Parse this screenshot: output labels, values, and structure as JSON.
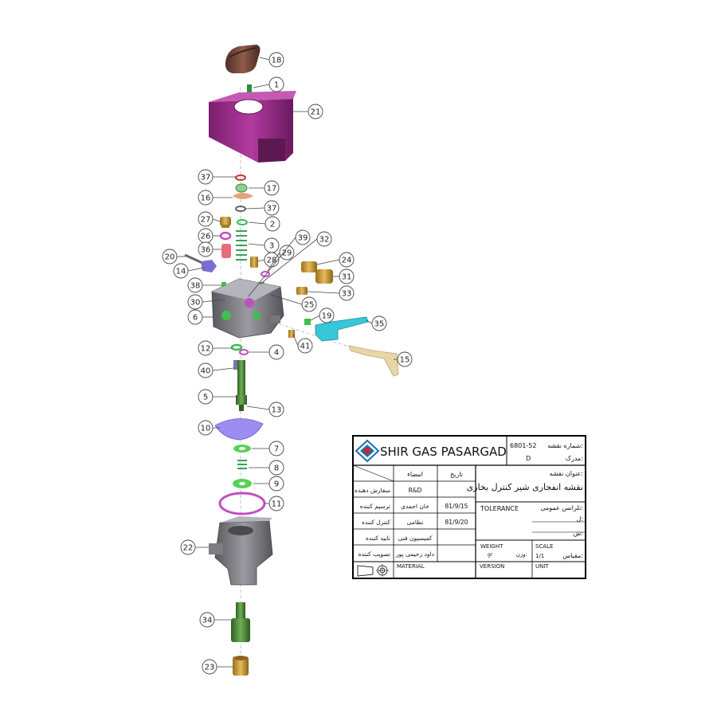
{
  "callouts": [
    "1",
    "2",
    "3",
    "4",
    "5",
    "6",
    "7",
    "8",
    "9",
    "10",
    "11",
    "12",
    "13",
    "14",
    "15",
    "16",
    "17",
    "18",
    "19",
    "20",
    "21",
    "22",
    "23",
    "24",
    "25",
    "26",
    "27",
    "28",
    "29",
    "30",
    "31",
    "32",
    "33",
    "34",
    "35",
    "36",
    "37",
    "37",
    "38",
    "39",
    "40",
    "41"
  ],
  "title_block": {
    "company": "SHIR GAS PASARGAD",
    "drawing_no_label": "شماره نقشه:",
    "drawing_no": "6801-52",
    "doc_label": "مدرک:",
    "doc_value": "D",
    "title_label": "عنوان نقشه:",
    "title": "نقشه انفجاری شیر کنترل بخاری",
    "col_signature": "امضاء",
    "col_date": "تاریخ",
    "rows": [
      {
        "role": "سفارش دهنده",
        "name": "R&D",
        "date": ""
      },
      {
        "role": "ترسیم کننده",
        "name": "خان احمدی",
        "date": "81/9/15"
      },
      {
        "role": "کنترل کننده",
        "name": "نظامی",
        "date": "81/9/20"
      },
      {
        "role": "تایید کننده",
        "name": "کمیسیون فنی",
        "date": ""
      },
      {
        "role": "تصویب کننده",
        "name": "داود رحیمی پور",
        "date": ""
      }
    ],
    "tolerance_label": "TOLERANCE",
    "tolerance_fa": "تلرانس عمومی:",
    "tol_line2": "ل:",
    "tol_line3": "ش:",
    "weight_label": "WEIGHT",
    "weight_fa": "وزن:",
    "weight_value": "gr",
    "scale_label": "SCALE",
    "scale_value": "1/1",
    "scale_fa": "مقیاس:",
    "material_label": "MATERIAL",
    "version_label": "VERSION",
    "unit_label": "UNIT"
  },
  "colors": {
    "housing_gray": "#8a8a8e",
    "cover_purple": "#a0308f",
    "knob_brown": "#7a4e40",
    "gasket_green": "#5ad05a",
    "brass": "#c99a35",
    "stem_green": "#4f8a3a",
    "plate_lavender": "#9b8ef0",
    "oring_magenta": "#c04fc0",
    "lever_cyan": "#37c7d9",
    "strip_beige": "#e8d7a6",
    "logo_blue": "#1d6fa8",
    "logo_red": "#d0242d"
  }
}
